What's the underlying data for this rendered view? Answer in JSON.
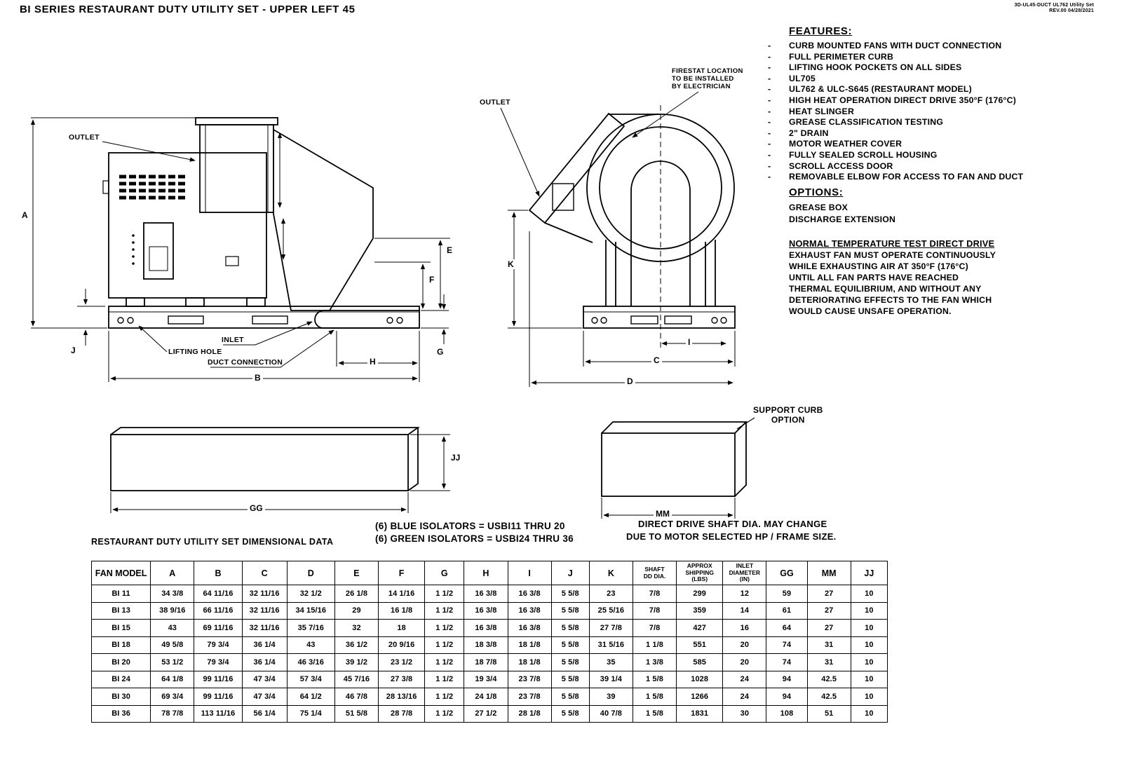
{
  "page": {
    "title": "BI SERIES RESTAURANT DUTY UTILITY SET - UPPER LEFT 45",
    "doc_ref_line1": "3D-UL45-DUCT UL762 Utility Set",
    "doc_ref_line2": "REV.00   04/28/2021"
  },
  "features": {
    "heading": "FEATURES:",
    "items": [
      "CURB MOUNTED FANS WITH DUCT CONNECTION",
      "FULL PERIMETER CURB",
      "LIFTING HOOK POCKETS ON ALL SIDES",
      "UL705",
      "UL762 & ULC-S645 (RESTAURANT MODEL)",
      "HIGH HEAT OPERATION DIRECT DRIVE 350°F (176°C)",
      "HEAT SLINGER",
      "GREASE CLASSIFICATION TESTING",
      "2\" DRAIN",
      "MOTOR WEATHER COVER",
      "FULLY SEALED SCROLL HOUSING",
      "SCROLL ACCESS DOOR",
      "REMOVABLE ELBOW FOR ACCESS TO FAN AND DUCT"
    ]
  },
  "options": {
    "heading": "OPTIONS:",
    "items": [
      "GREASE BOX",
      "DISCHARGE EXTENSION"
    ]
  },
  "normal_temp_test": {
    "heading": "NORMAL TEMPERATURE TEST DIRECT DRIVE",
    "body": "EXHAUST FAN MUST OPERATE CONTINUOUSLY\nWHILE EXHAUSTING AIR AT 350°F (176°C)\nUNTIL ALL FAN PARTS HAVE REACHED\nTHERMAL EQUILIBRIUM, AND WITHOUT ANY\nDETERIORATING EFFECTS TO THE FAN WHICH\nWOULD CAUSE UNSAFE OPERATION."
  },
  "callouts": {
    "outlet_front": "OUTLET",
    "outlet_side": "OUTLET",
    "firestat": "FIRESTAT LOCATION\nTO BE INSTALLED\nBY ELECTRICIAN",
    "lifting_hole": "LIFTING HOLE",
    "inlet": "INLET",
    "duct_connection": "DUCT CONNECTION",
    "support_curb": "SUPPORT CURB\nOPTION"
  },
  "dims": {
    "A": "A",
    "B": "B",
    "C": "C",
    "D": "D",
    "E": "E",
    "F": "F",
    "G": "G",
    "H": "H",
    "I": "I",
    "J": "J",
    "K": "K",
    "GG": "GG",
    "JJ": "JJ",
    "MM": "MM"
  },
  "notes": {
    "isolators_blue": "(6) BLUE ISOLATORS = USBI11 THRU 20",
    "isolators_green": "(6) GREEN ISOLATORS = USBI24 THRU 36",
    "shaft_line1": "DIRECT DRIVE SHAFT DIA. MAY CHANGE",
    "shaft_line2": "DUE TO MOTOR SELECTED HP / FRAME SIZE."
  },
  "table": {
    "title": "RESTAURANT DUTY UTILITY SET DIMENSIONAL DATA",
    "headers": [
      "FAN MODEL",
      "A",
      "B",
      "C",
      "D",
      "E",
      "F",
      "G",
      "H",
      "I",
      "J",
      "K",
      "SHAFT\nDD DIA.",
      "APPROX\nSHIPPING\n(LBS)",
      "INLET\nDIAMETER\n(IN)",
      "GG",
      "MM",
      "JJ"
    ],
    "rows": [
      [
        "BI 11",
        "34 3/8",
        "64 11/16",
        "32 11/16",
        "32 1/2",
        "26 1/8",
        "14 1/16",
        "1 1/2",
        "16 3/8",
        "16 3/8",
        "5 5/8",
        "23",
        "7/8",
        "299",
        "12",
        "59",
        "27",
        "10"
      ],
      [
        "BI 13",
        "38 9/16",
        "66 11/16",
        "32 11/16",
        "34 15/16",
        "29",
        "16 1/8",
        "1 1/2",
        "16 3/8",
        "16 3/8",
        "5 5/8",
        "25 5/16",
        "7/8",
        "359",
        "14",
        "61",
        "27",
        "10"
      ],
      [
        "BI 15",
        "43",
        "69 11/16",
        "32 11/16",
        "35 7/16",
        "32",
        "18",
        "1 1/2",
        "16 3/8",
        "16 3/8",
        "5 5/8",
        "27 7/8",
        "7/8",
        "427",
        "16",
        "64",
        "27",
        "10"
      ],
      [
        "BI 18",
        "49 5/8",
        "79 3/4",
        "36 1/4",
        "43",
        "36 1/2",
        "20 9/16",
        "1 1/2",
        "18 3/8",
        "18 1/8",
        "5 5/8",
        "31 5/16",
        "1 1/8",
        "551",
        "20",
        "74",
        "31",
        "10"
      ],
      [
        "BI 20",
        "53 1/2",
        "79 3/4",
        "36 1/4",
        "46 3/16",
        "39 1/2",
        "23 1/2",
        "1 1/2",
        "18 7/8",
        "18 1/8",
        "5 5/8",
        "35",
        "1 3/8",
        "585",
        "20",
        "74",
        "31",
        "10"
      ],
      [
        "BI 24",
        "64 1/8",
        "99 11/16",
        "47 3/4",
        "57 3/4",
        "45 7/16",
        "27 3/8",
        "1 1/2",
        "19 3/4",
        "23 7/8",
        "5 5/8",
        "39 1/4",
        "1 5/8",
        "1028",
        "24",
        "94",
        "42.5",
        "10"
      ],
      [
        "BI 30",
        "69 3/4",
        "99 11/16",
        "47 3/4",
        "64 1/2",
        "46 7/8",
        "28 13/16",
        "1 1/2",
        "24 1/8",
        "23 7/8",
        "5 5/8",
        "39",
        "1 5/8",
        "1266",
        "24",
        "94",
        "42.5",
        "10"
      ],
      [
        "BI 36",
        "78 7/8",
        "113 11/16",
        "56 1/4",
        "75 1/4",
        "51 5/8",
        "28 7/8",
        "1 1/2",
        "27 1/2",
        "28 1/8",
        "5 5/8",
        "40 7/8",
        "1 5/8",
        "1831",
        "30",
        "108",
        "51",
        "10"
      ]
    ]
  }
}
